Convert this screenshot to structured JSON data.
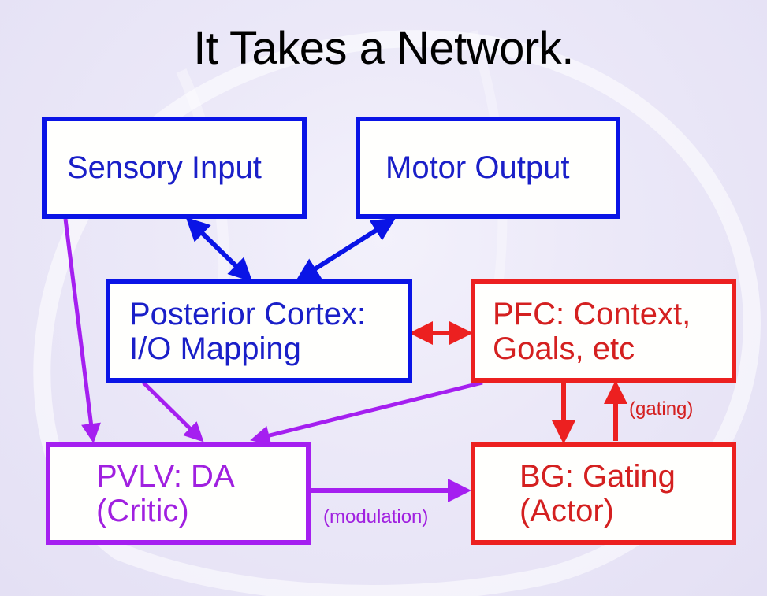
{
  "title": "It Takes a Network.",
  "colors": {
    "cortex": "#0a14e6",
    "pfc_bg": "#ec2020",
    "pvlv": "#a51ff0",
    "background": "#ebe8f8"
  },
  "nodes": {
    "sensory_input": {
      "lines": [
        "Sensory Input"
      ]
    },
    "motor_output": {
      "lines": [
        "Motor Output"
      ]
    },
    "posterior_cortex": {
      "lines": [
        "Posterior Cortex:",
        "I/O Mapping"
      ]
    },
    "pfc": {
      "lines": [
        "PFC: Context,",
        "Goals, etc"
      ]
    },
    "pvlv": {
      "lines": [
        "PVLV: DA",
        "(Critic)"
      ]
    },
    "bg": {
      "lines": [
        "BG: Gating",
        "(Actor)"
      ]
    }
  },
  "edges": [
    {
      "from": "sensory_input",
      "to": "posterior_cortex",
      "direction": "bidirectional",
      "color": "cortex"
    },
    {
      "from": "motor_output",
      "to": "posterior_cortex",
      "direction": "bidirectional",
      "color": "cortex"
    },
    {
      "from": "posterior_cortex",
      "to": "pfc",
      "direction": "bidirectional",
      "color": "pfc_bg"
    },
    {
      "from": "sensory_input",
      "to": "pvlv",
      "direction": "forward",
      "color": "pvlv"
    },
    {
      "from": "posterior_cortex",
      "to": "pvlv",
      "direction": "forward",
      "color": "pvlv"
    },
    {
      "from": "pfc",
      "to": "pvlv",
      "direction": "forward",
      "color": "pvlv"
    },
    {
      "from": "pvlv",
      "to": "bg",
      "direction": "forward",
      "color": "pvlv",
      "label": "(modulation)"
    },
    {
      "from": "pfc",
      "to": "bg",
      "direction": "forward",
      "color": "pfc_bg"
    },
    {
      "from": "bg",
      "to": "pfc",
      "direction": "forward",
      "color": "pfc_bg",
      "label": "(gating)"
    }
  ],
  "labels": {
    "modulation": "(modulation)",
    "gating": "(gating)"
  }
}
